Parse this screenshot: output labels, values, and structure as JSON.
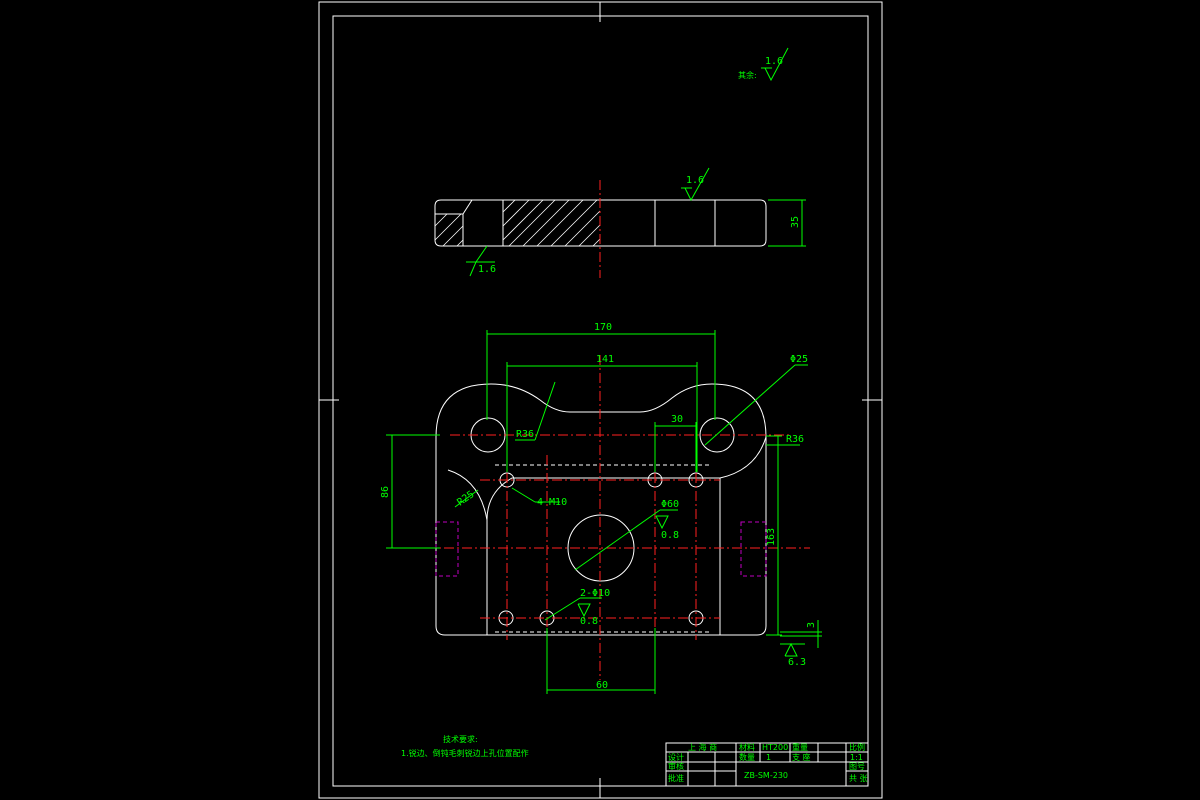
{
  "roughness": {
    "remaining_label": "其余:",
    "remaining_value": "1.6",
    "top_face": "1.6",
    "side_view_bottom": "1.6",
    "hole_center": "0.8",
    "hole_bottom": "0.8",
    "base_edge": "6.3"
  },
  "dimensions": {
    "overall_width": "170",
    "hole_spacing": "141",
    "slot_width": "30",
    "thickness": "35",
    "bore_diameter": "Φ60",
    "ear_hole": "Φ25",
    "ear_radius_right": "R36",
    "ear_radius_left": "R36",
    "left_fillet": "R25",
    "left_height": "86",
    "right_height": "163",
    "bottom_offset": "3",
    "bottom_spacing": "60",
    "threaded_holes": "4-M10",
    "pin_holes": "2-Φ10"
  },
  "notes": {
    "title": "技术要求:",
    "line1": "1.锐边、倒钝毛刺锐边上孔位置配作"
  },
  "title_block": {
    "company": "上 海 商",
    "material_label": "材料",
    "material": "HT200",
    "scale_label": "比例",
    "scale": "1:1",
    "quantity_label": "数量",
    "quantity": "1",
    "sheet_label": "共 张",
    "design_label": "设计",
    "check_label": "审核",
    "approve_label": "批准",
    "drawing_no_label": "图号",
    "part_name": "支 座",
    "weight_label": "重量",
    "drawing_code": "ZB-SM-230"
  }
}
